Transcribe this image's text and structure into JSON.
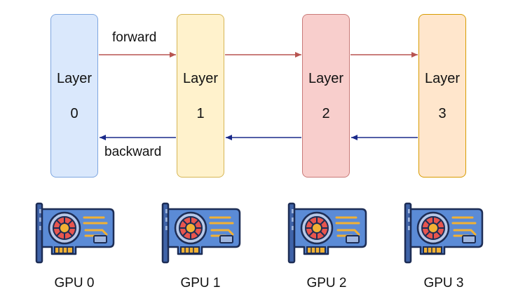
{
  "layers": [
    {
      "word": "Layer",
      "num": "0",
      "fill": "#dae8fc",
      "stroke": "#7ea6e0"
    },
    {
      "word": "Layer",
      "num": "1",
      "fill": "#fff2cc",
      "stroke": "#d6b656"
    },
    {
      "word": "Layer",
      "num": "2",
      "fill": "#f8cecc",
      "stroke": "#c97a78"
    },
    {
      "word": "Layer",
      "num": "3",
      "fill": "#ffe6cc",
      "stroke": "#d79b00"
    }
  ],
  "arrows": {
    "forward_label": "forward",
    "backward_label": "backward",
    "forward_color": "#b85450",
    "backward_color": "#1a2a8a"
  },
  "gpus": [
    {
      "label": "GPU 0",
      "icon": "graphics-card-icon"
    },
    {
      "label": "GPU 1",
      "icon": "graphics-card-icon"
    },
    {
      "label": "GPU 2",
      "icon": "graphics-card-icon"
    },
    {
      "label": "GPU 3",
      "icon": "graphics-card-icon"
    }
  ]
}
